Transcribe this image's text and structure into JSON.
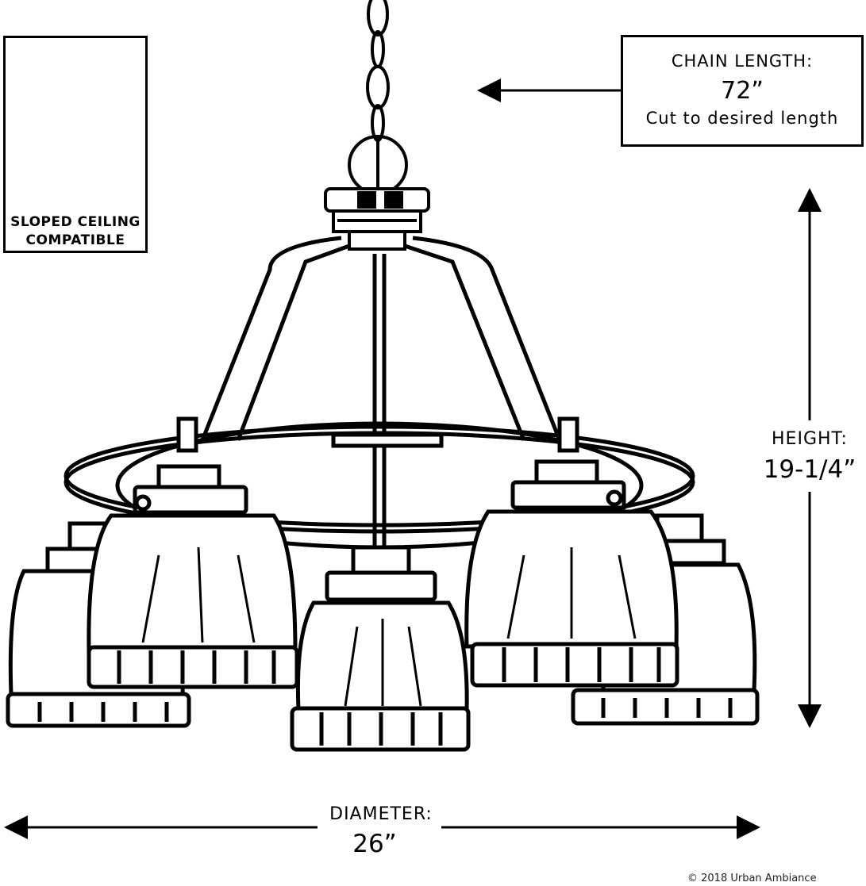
{
  "inset": {
    "line1": "SLOPED CEILING",
    "line2": "COMPATIBLE"
  },
  "chain": {
    "label": "CHAIN LENGTH:",
    "value": "72”",
    "note": "Cut to desired length"
  },
  "height": {
    "label": "HEIGHT:",
    "value": "19-1/4”"
  },
  "diameter": {
    "label": "DIAMETER:",
    "value": "26”"
  },
  "copyright": "© 2018 Urban Ambiance",
  "colors": {
    "ink": "#000000",
    "paper": "#ffffff"
  }
}
